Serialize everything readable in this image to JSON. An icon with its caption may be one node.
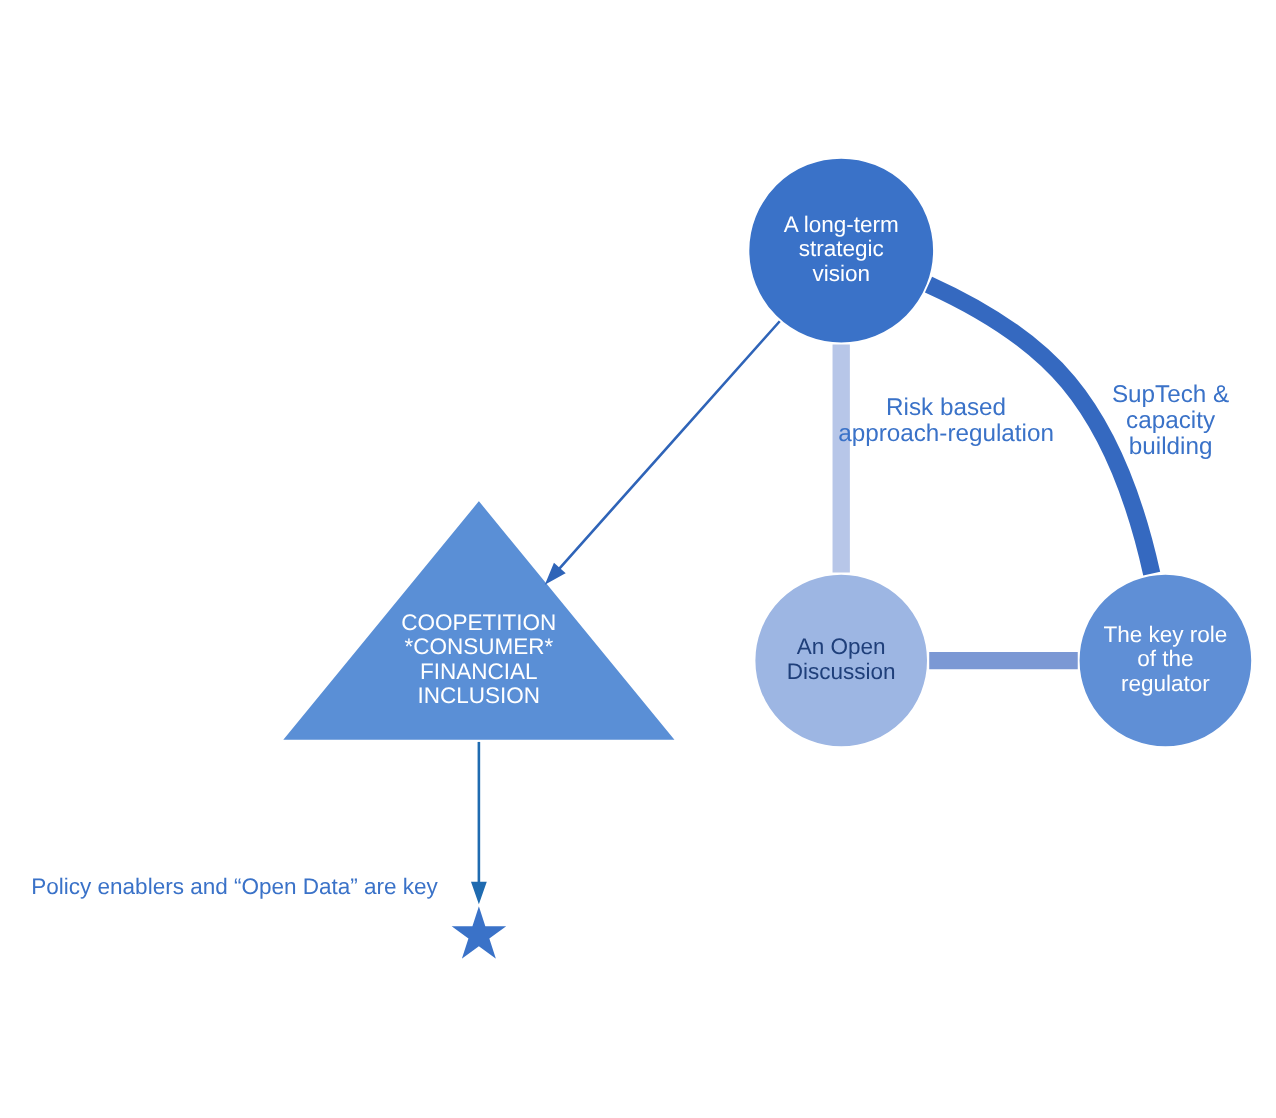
{
  "diagram": {
    "nodes": [
      {
        "text": [
          "A long-term strategic vision"
        ]
      },
      {
        "text": [
          "COOPETITION",
          "*CONSUMER*",
          "FINANCIAL INCLUSION"
        ]
      },
      {
        "text": [
          "An Open Discussion"
        ]
      },
      {
        "text": [
          "The key role of the regulator"
        ]
      },
      {
        "text": [],
        "shape": "star",
        "beside": [
          "Policy enablers and “Open Data” are key"
        ]
      }
    ],
    "edges": [
      {
        "from": 0,
        "to": 1,
        "arrow": "to"
      },
      {
        "from": 0,
        "to": 2,
        "arrow": "none",
        "label": "Risk based approach-regulation",
        "color": "#b7c6e8"
      },
      {
        "from": 0,
        "to": 3,
        "arrow": "none",
        "label": "SupTech & capacity building",
        "color": "#3569c0"
      },
      {
        "from": 2,
        "to": 3,
        "arrow": "none",
        "color": "#7b98d4"
      },
      {
        "from": 1,
        "to": 4,
        "arrow": "to",
        "color": "#1f6bb0"
      }
    ]
  }
}
